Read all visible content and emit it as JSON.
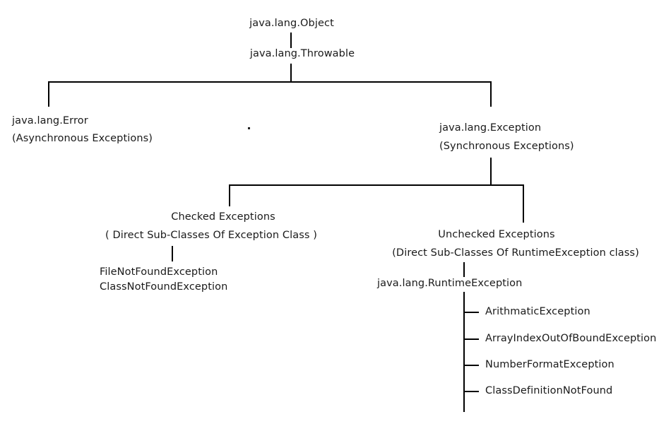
{
  "diagram": {
    "title": "Java Exception Hierarchy",
    "line_color": "#000000",
    "text_color": "#1a1a1a",
    "background": "#ffffff",
    "nodes": {
      "object": "java.lang.Object",
      "throwable": "java.lang.Throwable",
      "error": "java.lang.Error",
      "error_note": "(Asynchronous Exceptions)",
      "exception": "java.lang.Exception",
      "exception_note": "(Synchronous Exceptions)",
      "checked": "Checked Exceptions",
      "checked_note": "( Direct Sub-Classes Of Exception Class )",
      "checked_child_1": "FileNotFoundException",
      "checked_child_2": "ClassNotFoundException",
      "unchecked": "Unchecked Exceptions",
      "unchecked_note": "(Direct Sub-Classes Of RuntimeException class)",
      "runtime_exception": "java.lang.RuntimeException",
      "runtime_child_1": "ArithmaticException",
      "runtime_child_2": "ArrayIndexOutOfBoundException",
      "runtime_child_3": "NumberFormatException",
      "runtime_child_4": "ClassDefinitionNotFound"
    }
  }
}
